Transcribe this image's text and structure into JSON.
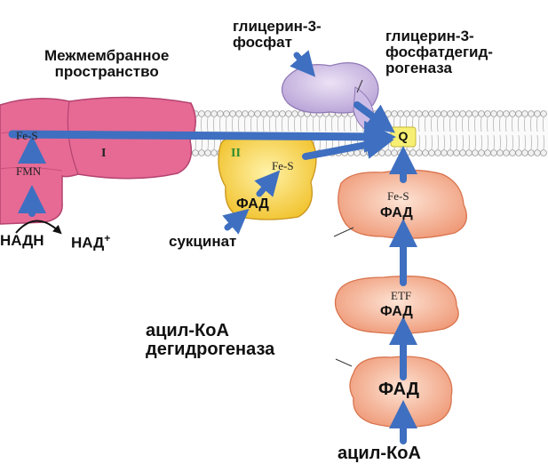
{
  "labels": {
    "intermembrane": [
      "Межмембранное",
      "пространство"
    ],
    "glycerol3p": [
      "глицерин-3-",
      "фосфат"
    ],
    "g3p_dehydrogenase": [
      "глицерин-3-",
      "фосфатдегид-",
      "рогеназа"
    ],
    "nadh": "НАДН",
    "nad_plus": "НАД",
    "nad_sup": "+",
    "succinate": "сукцинат",
    "acyl_coa_dh": [
      "ацил-КоА",
      "дегидрогеназа"
    ],
    "acyl_coa": "ацил-КоА"
  },
  "complex1": {
    "roman": "I",
    "fes": "Fe-S",
    "fmn": "FMN"
  },
  "complex2": {
    "roman": "II",
    "fes": "Fe-S",
    "fad": "ФАД"
  },
  "q_label": "Q",
  "etf_stack": {
    "top": {
      "fes": "Fe-S",
      "fad": "ФАД"
    },
    "middle": {
      "etf": "ETF",
      "fad": "ФАД"
    },
    "bottom": {
      "fad": "ФАД"
    }
  },
  "colors": {
    "complex1": "#e66a94",
    "complex2": "#f5c632",
    "g3p_enzyme": "#c9b6e4",
    "etf_proteins": "#f3a582",
    "q_box": "#f6ef73",
    "arrows": "#3f6fc0",
    "membrane_heads": "#f0f0f0",
    "membrane_tails": "#c8c8c8"
  },
  "icons": [
    "blue-electron-arrow",
    "curved-reaction-arrow"
  ]
}
